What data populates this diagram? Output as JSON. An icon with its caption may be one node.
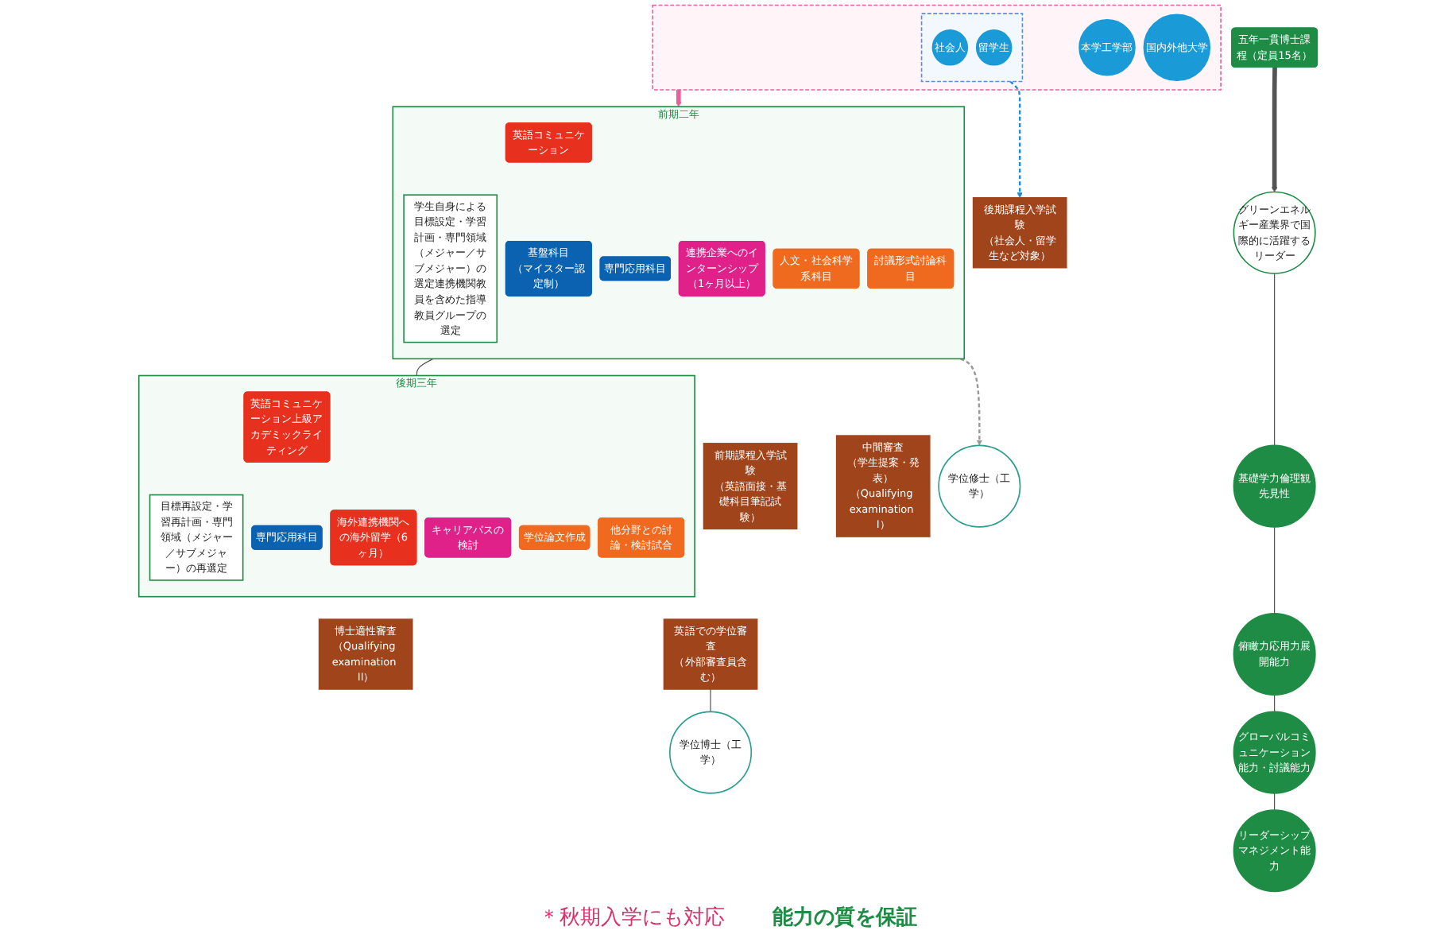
{
  "diagram": {
    "nodes": [
      {
        "text": [
          "五年一貫博士課程（定員15名）"
        ]
      },
      {
        "text": [],
        "shape": "box"
      },
      {
        "text": [
          "本学工学部"
        ],
        "in": 1
      },
      {
        "text": [
          "国内外他大学"
        ],
        "in": 1
      },
      {
        "text": [],
        "shape": "box",
        "in": 1
      },
      {
        "text": [
          "社会人"
        ],
        "in": 4
      },
      {
        "text": [
          "留学生"
        ],
        "in": 4
      },
      {
        "text": [
          "前期二年"
        ]
      },
      {
        "text": [
          "学生自身による目標設定・学習計画・専門領域（メジャー／サブメジャー）の選定連携機関教員を含めた指導教員グループの選定"
        ],
        "in": 7
      },
      {
        "text": [
          "英語コミュニケーション"
        ],
        "in": 7
      },
      {
        "text": [
          "基盤科目",
          "（マイスター認定制）"
        ],
        "in": 7
      },
      {
        "text": [
          "専門応用科目"
        ],
        "in": 7
      },
      {
        "text": [
          "連携企業へのインターンシップ（1ヶ月以上）"
        ],
        "in": 7
      },
      {
        "text": [
          "人文・社会科学系科目"
        ],
        "in": 7
      },
      {
        "text": [
          "討議形式討論科目"
        ],
        "in": 7
      },
      {
        "text": [
          "後期三年"
        ]
      },
      {
        "text": [
          "目標再設定・学習再計画・専門領域（メジャー／サブメジャー）の再選定"
        ],
        "in": 15
      },
      {
        "text": [
          "英語コミュニケーション上級アカデミックライティング"
        ],
        "in": 15
      },
      {
        "text": [
          "専門応用科目"
        ],
        "in": 15
      },
      {
        "text": [
          "海外連携機関への海外留学（6ヶ月）"
        ],
        "in": 15
      },
      {
        "text": [
          "キャリアパスの検討"
        ],
        "in": 15
      },
      {
        "text": [
          "学位論文作成"
        ],
        "in": 15
      },
      {
        "text": [
          "他分野との討論・検討試合"
        ],
        "in": 15
      },
      {
        "text": [
          "前期課程入学試験",
          "（英語面接・基礎科目筆記試験）"
        ]
      },
      {
        "text": [
          "中間審査",
          "（学生提案・発表）",
          "（Qualifying examination I）"
        ]
      },
      {
        "text": [
          "後期課程入学試験",
          "（社会人・留学生など対象）"
        ]
      },
      {
        "text": [
          "博士適性審査",
          "（Qualifying examination II）"
        ]
      },
      {
        "text": [
          "英語での学位審査",
          "（外部審査員含む）"
        ]
      },
      {
        "text": [
          "学位修士（工学）"
        ]
      },
      {
        "text": [
          "学位博士（工学）"
        ]
      },
      {
        "text": [
          "グリーンエネルギー産業界で国際的に活躍するリーダー"
        ]
      },
      {
        "text": [
          "基礎学力倫理観先見性"
        ]
      },
      {
        "text": [
          "俯瞰力応用力展開能力"
        ]
      },
      {
        "text": [
          "グローバルコミュニケーション能力・討議能力"
        ]
      },
      {
        "text": [
          "リーダーシップマネジメント能力"
        ]
      }
    ],
    "edges": [
      {
        "from": 0,
        "to": 30,
        "arrow": "to",
        "style": "thick"
      },
      {
        "from": 1,
        "to": 7,
        "arrow": "to",
        "style": "thick",
        "color": "#e8609a"
      },
      {
        "from": 7,
        "to": 15,
        "arrow": "none"
      },
      {
        "from": 4,
        "to": 25,
        "arrow": "to",
        "style": "dashed",
        "color": "#1a8fd6"
      },
      {
        "from": 7,
        "to": 28,
        "arrow": "to",
        "style": "dashed",
        "color": "#999999"
      },
      {
        "from": 27,
        "to": 29,
        "arrow": "none"
      },
      {
        "from": 30,
        "to": 31,
        "arrow": "none"
      },
      {
        "from": 31,
        "to": 32,
        "arrow": "none"
      },
      {
        "from": 32,
        "to": 33,
        "arrow": "none"
      },
      {
        "from": 33,
        "to": 34,
        "arrow": "none"
      }
    ],
    "labels": [
      "＊秋期入学にも対応",
      "能力の質を保証"
    ]
  }
}
